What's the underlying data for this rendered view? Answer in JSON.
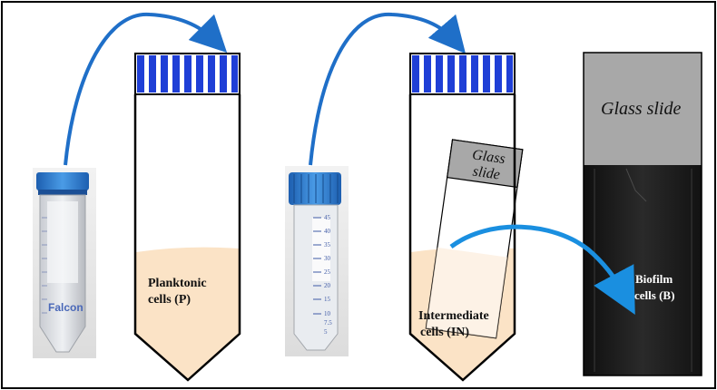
{
  "labels": {
    "planktonic_line1": "Planktonic",
    "planktonic_line2": "cells (P)",
    "intermediate_line1": "Intermediate",
    "intermediate_line2": "cells (IN)",
    "biofilm_line1": "Biofilm",
    "biofilm_line2": "cells (B)",
    "glass_slide_tube_line1": "Glass",
    "glass_slide_tube_line2": "slide",
    "glass_slide_panel": "Glass slide",
    "falcon_brand": "Falcon"
  },
  "tube_scale": [
    "45",
    "40",
    "35",
    "30",
    "25",
    "20",
    "15",
    "10",
    "7.5",
    "5"
  ],
  "colors": {
    "cap_blue": "#1f3fd6",
    "arrow_blue": "#1f6fc8",
    "arrow_cyan": "#1a8fe0",
    "liquid": "#fbe3c6",
    "cap_photo_blue": "#2e7fd0",
    "panel_gray": "#a8a8a8",
    "panel_dark": "#1c1c1c"
  }
}
